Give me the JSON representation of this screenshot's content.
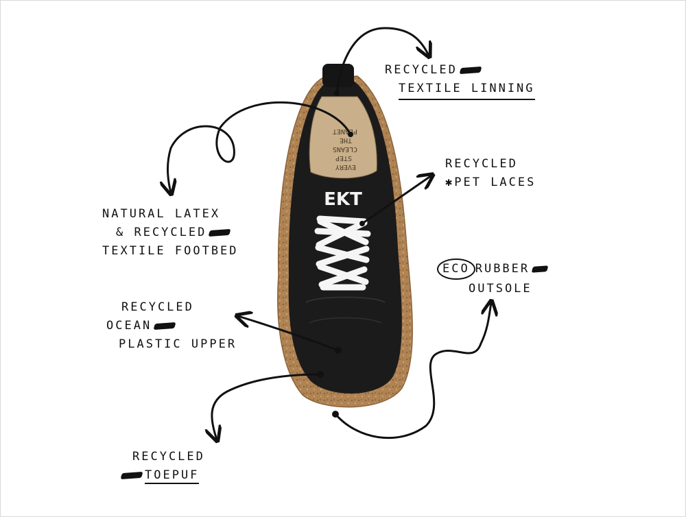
{
  "image": {
    "description_colors": {
      "background": "#ffffff",
      "upper": "#1b1b1b",
      "sole": "#b08353",
      "lining": "#c9b08a",
      "laces": "#f5f5f5",
      "ink": "#111111"
    }
  },
  "shoe": {
    "brand_logo": "EKT",
    "lining_print_lines": [
      "EVERY",
      "STEP",
      "CLEANS",
      "THE",
      "PLANET"
    ]
  },
  "annotations": {
    "textile_lining": {
      "line1": "RECYCLED",
      "line2": "TEXTILE LINNING"
    },
    "footbed": {
      "line1": "NATURAL LATEX",
      "line2": "& RECYCLED",
      "line3": "TEXTILE FOOTBED"
    },
    "laces": {
      "line1": "RECYCLED",
      "line2": "PET LACES"
    },
    "outsole": {
      "eco": "ECO",
      "line1": "RUBBER",
      "line2": "OUTSOLE"
    },
    "upper": {
      "line1": "RECYCLED",
      "line2": "OCEAN",
      "line3": "PLASTIC UPPER"
    },
    "toepuf": {
      "line1": "RECYCLED",
      "line2": "TOEPUF"
    }
  }
}
